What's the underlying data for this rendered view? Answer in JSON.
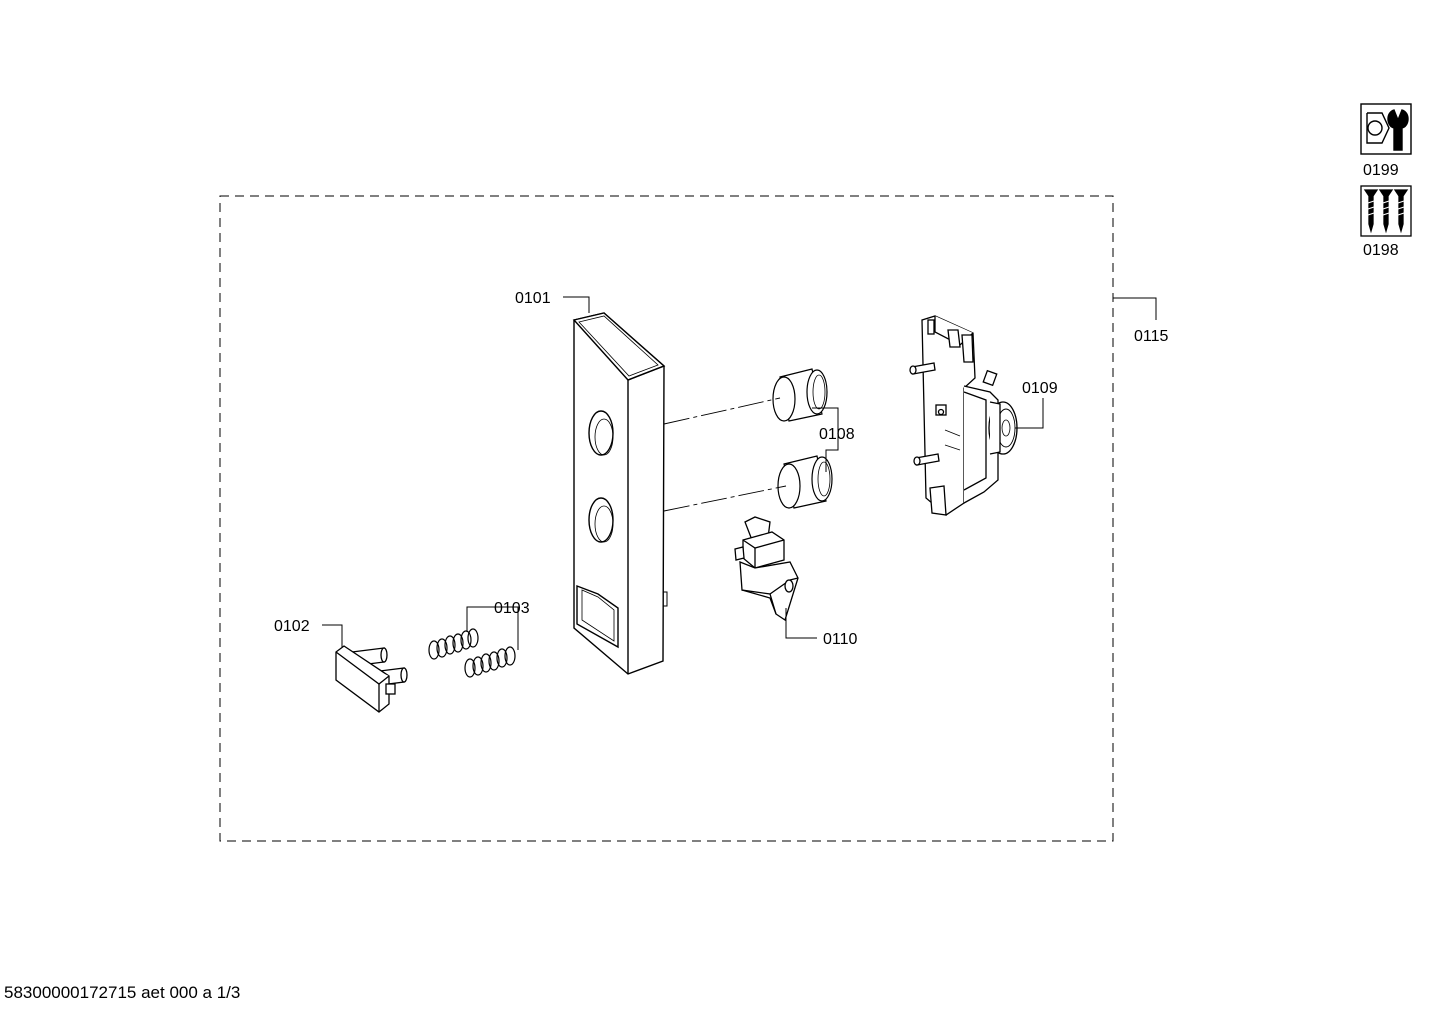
{
  "diagram": {
    "labels": {
      "p0101": "0101",
      "p0102": "0102",
      "p0103": "0103",
      "p0108": "0108",
      "p0109": "0109",
      "p0110": "0110",
      "p0115": "0115",
      "p0198": "0198",
      "p0199": "0199"
    }
  },
  "footer": {
    "doc_id": "58300000172715 aet 000 a 1/3"
  }
}
